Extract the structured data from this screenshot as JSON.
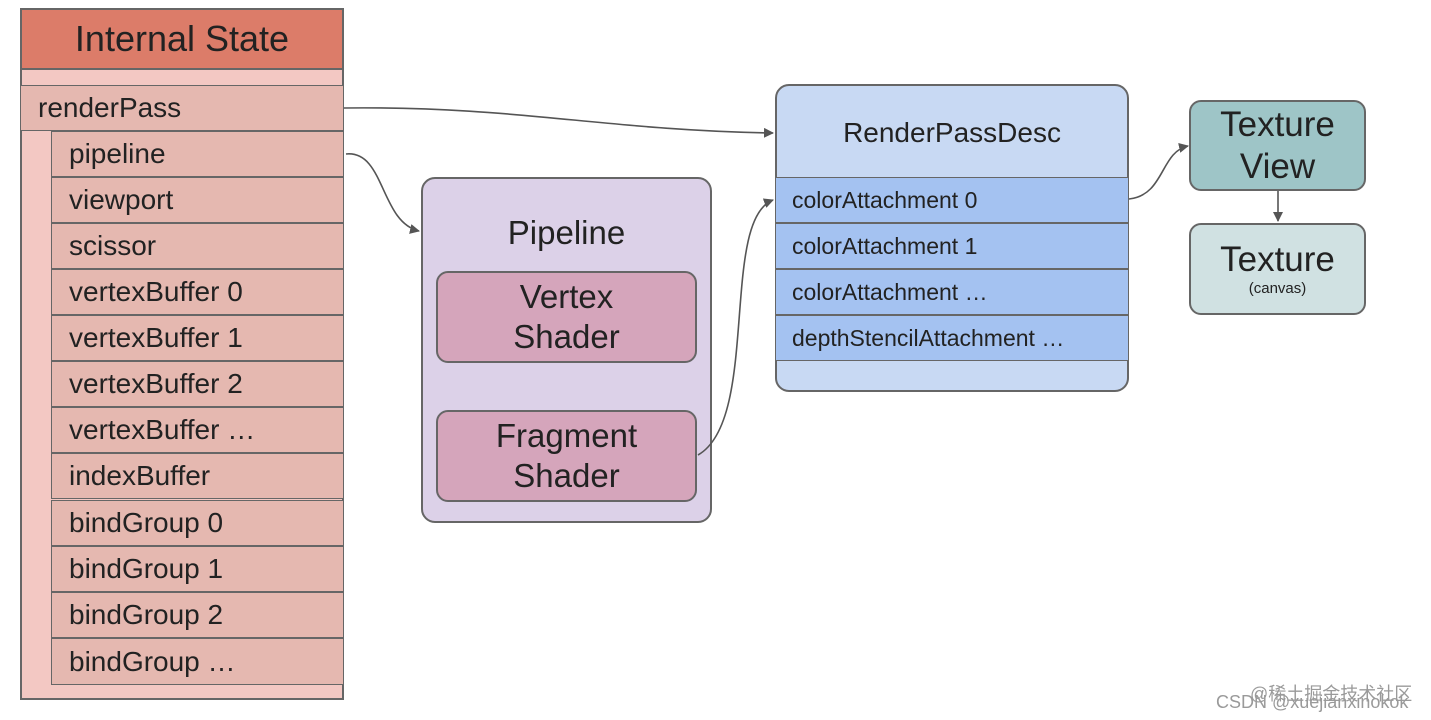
{
  "internal_state": {
    "title": "Internal State",
    "render_pass": "renderPass",
    "items": [
      "pipeline",
      "viewport",
      "scissor",
      "vertexBuffer 0",
      "vertexBuffer 1",
      "vertexBuffer 2",
      "vertexBuffer …",
      "indexBuffer",
      "bindGroup 0",
      "bindGroup 1",
      "bindGroup 2",
      "bindGroup …"
    ]
  },
  "pipeline": {
    "title": "Pipeline",
    "vertex_shader": [
      "Vertex",
      "Shader"
    ],
    "fragment_shader": [
      "Fragment",
      "Shader"
    ]
  },
  "render_pass_desc": {
    "title": "RenderPassDesc",
    "attachments": [
      "colorAttachment 0",
      "colorAttachment 1",
      "colorAttachment …",
      "depthStencilAttachment …"
    ]
  },
  "texture_view": {
    "line1": "Texture",
    "line2": "View"
  },
  "texture": {
    "title": "Texture",
    "subtitle": "(canvas)"
  },
  "watermark": {
    "line1": "@稀土掘金技术社区",
    "line2": "CSDN @xuejianxinokok"
  },
  "colors": {
    "internal_header": "#dc7c69",
    "internal_row": "#e5b8b0",
    "pipeline_bg": "#dcd1e8",
    "shader_bg": "#d5a5bb",
    "rpd_bg": "#c8d9f3",
    "rpd_row": "#a4c2f1",
    "texture_view_bg": "#9ec5c7",
    "texture_bg": "#d0e1e2"
  }
}
